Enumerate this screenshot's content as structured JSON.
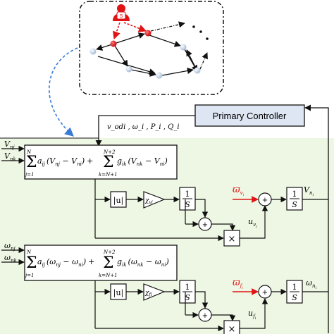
{
  "primary_controller": {
    "label": "Primary Controller"
  },
  "feedback_label": {
    "text": "v_odi , ω_i , P_i , Q_i"
  },
  "inputs_top": {
    "v_nj": "V",
    "v_nj_sub": "nj",
    "v_nk": "V",
    "v_nk_sub": "nk"
  },
  "inputs_bottom": {
    "w_nj": "ω",
    "w_nj_sub": "nj",
    "w_nk": "ω",
    "w_nk_sub": "nk"
  },
  "sum_block_top": {
    "sum1_upper": "N",
    "sum1_lower": "j=1",
    "term1": "a",
    "term1_sub": "ij",
    "paren1": "(V",
    "paren1_sub": "nj",
    "minus1": " − V",
    "minus1_sub": "ni",
    "close1": ")",
    "plus": "+",
    "sum2_upper": "N+2",
    "sum2_lower": "k=N+1",
    "term2": "g",
    "term2_sub": "ik",
    "paren2": "(V",
    "paren2_sub": "nk",
    "minus2": " − V",
    "minus2_sub": "ni",
    "close2": ")"
  },
  "sum_block_bottom": {
    "sum1_upper": "N",
    "sum1_lower": "j=1",
    "term1": "a",
    "term1_sub": "ij",
    "paren1": "(ω",
    "paren1_sub": "nj",
    "minus1": " − ω",
    "minus1_sub": "ni",
    "close1": ")",
    "plus": "+",
    "sum2_upper": "N+2",
    "sum2_lower": "k=N+1",
    "term2": "g",
    "term2_sub": "ik",
    "paren2": "(ω",
    "paren2_sub": "nk",
    "minus2": " − ω",
    "minus2_sub": "ni",
    "close2": ")"
  },
  "abs_block": {
    "label": "|u|"
  },
  "gain_top": {
    "chi": "χ",
    "sub": "vi"
  },
  "gain_bottom": {
    "chi": "χ",
    "sub": "fi"
  },
  "integrator": {
    "num": "1",
    "den": "S"
  },
  "sum_plus": "+",
  "multiply": "×",
  "signals_top": {
    "omega_v": "ϖ",
    "omega_v_sub": "v",
    "omega_v_subsub": "i",
    "u": "u",
    "u_sub": "v",
    "u_subsub": "i",
    "out": "V",
    "out_sub": "n",
    "out_subsub": "i"
  },
  "signals_bottom": {
    "omega_f": "ϖ",
    "omega_f_sub": "f",
    "omega_f_subsub": "i",
    "u": "u",
    "u_sub": "f",
    "u_subsub": "i",
    "out": "ω",
    "out_sub": "n",
    "out_subsub": "i"
  },
  "colors": {
    "panel_fill": "#eef7e3",
    "controller_fill": "#dde6f2",
    "node_red": "#e01414",
    "node_blue": "#b9cfe6",
    "dashed_blue": "#3a7bd5",
    "arrow_red": "#e01414",
    "line": "#111111"
  },
  "icons": {
    "agent": "person-agent-icon"
  }
}
